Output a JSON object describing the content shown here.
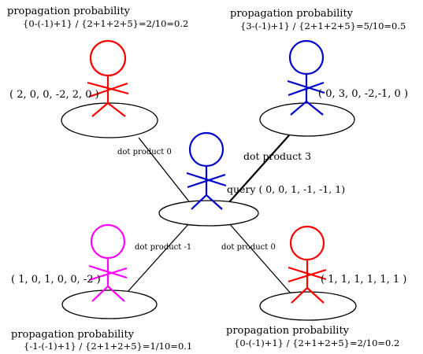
{
  "colors": {
    "red": "#ff0000",
    "blue": "#0000cc",
    "magenta": "#ff00ff",
    "black": "#000000",
    "background": "#ffffff"
  },
  "nodes": {
    "top_left": {
      "heading": "propagation probability",
      "formula": "{0-(-1)+1} / {2+1+2+5}=2/10=0.2",
      "vector": "( 2, 0, 0, -2, 2, 0 )",
      "figure_color": "red"
    },
    "top_right": {
      "heading": "propagation probability",
      "formula": "{3-(-1)+1} / {2+1+2+5}=5/10=0.5",
      "vector": "(  0, 3, 0, -2,-1, 0  )",
      "figure_color": "blue"
    },
    "query": {
      "label": "query  ( 0, 0, 1, -1, -1, 1)",
      "figure_color": "blue"
    },
    "bottom_left": {
      "heading": "propagation probability",
      "formula": "{-1-(-1)+1} / {2+1+2+5}=1/10=0.1",
      "vector": "( 1, 0, 1, 0, 0, -2 )",
      "figure_color": "magenta"
    },
    "bottom_right": {
      "heading": "propagation probability",
      "formula": "{0-(-1)+1} / {2+1+2+5}=2/10=0.2",
      "vector": "(  1, 1, 1, 1, 1, 1   )",
      "figure_color": "red"
    }
  },
  "edges": {
    "top_left": "dot product  0",
    "top_right": "dot product   3",
    "bottom_left": "dot product  -1",
    "bottom_right": "dot product  0"
  }
}
